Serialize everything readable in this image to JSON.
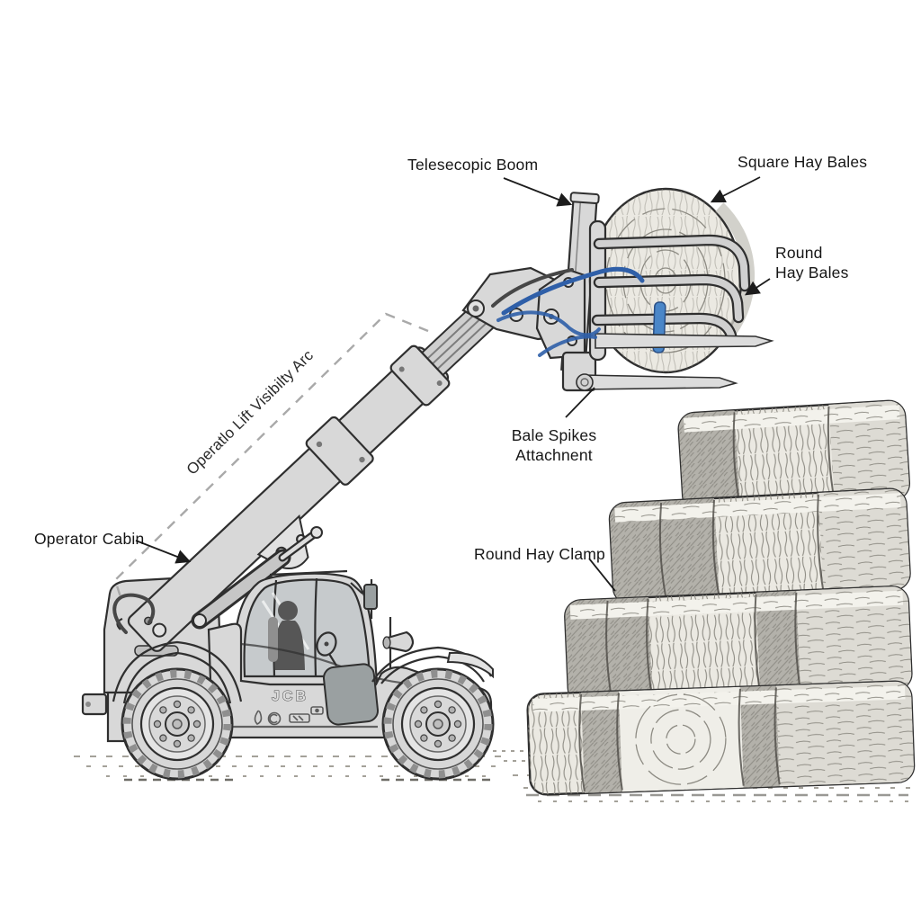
{
  "figure": {
    "type": "technical-line-diagram",
    "subject": "Telehandler with bale spikes attachment lifting a round hay bale next to a stepped stack of hay bales",
    "background": "#ffffff"
  },
  "colors": {
    "line": "#2f2f2f",
    "machine_fill": "#d8d8d8",
    "machine_dark": "#9aa0a1",
    "glass": "#c6cacc",
    "hay_fill": "#ebe9e2",
    "hay_shade": "#b3b1aa",
    "hay_stroke": "#8d8b83",
    "hose_blue": "#2f5fa8",
    "strap_blue": "#4a86c8",
    "dash_gray": "#a9a9a9",
    "label_text": "#161616"
  },
  "labels": {
    "telescopic_boom": "Telesecopic Boom",
    "square_hay_bales": "Square Hay Bales",
    "round_hay_bales_line1": "Round",
    "round_hay_bales_line2": "Hay Bales",
    "bale_spikes_line1": "Bale Spikes",
    "bale_spikes_line2": "Attachnent",
    "round_hay_clamp": "Round Hay Clamp",
    "operator_cabin": "Operator Cabin",
    "visibility_arc": "Operatlo Lift Visibilty Arc",
    "brand": "JCB"
  }
}
